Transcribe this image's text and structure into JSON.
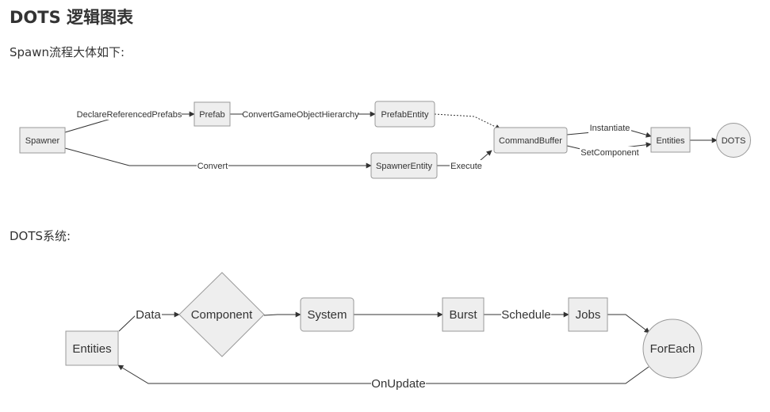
{
  "title": "DOTS 逻辑图表",
  "intro_spawn": "Spawn流程大体如下:",
  "intro_systems": "DOTS系统:",
  "spawn_diagram": {
    "nodes": {
      "spawner": "Spawner",
      "prefab": "Prefab",
      "prefab_entity": "PrefabEntity",
      "spawner_entity": "SpawnerEntity",
      "command_buffer": "CommandBuffer",
      "entities": "Entities",
      "dots": "DOTS"
    },
    "edges": {
      "declare_referenced_prefabs": "DeclareReferencedPrefabs",
      "convert_game_object_hierarchy": "ConvertGameObjectHierarchy",
      "convert": "Convert",
      "execute": "Execute",
      "instantiate": "Instantiate",
      "set_component": "SetComponent"
    }
  },
  "dots_diagram": {
    "nodes": {
      "entities": "Entities",
      "component": "Component",
      "system": "System",
      "burst": "Burst",
      "jobs": "Jobs",
      "for_each": "ForEach"
    },
    "edges": {
      "data": "Data",
      "schedule": "Schedule",
      "on_update": "OnUpdate"
    }
  }
}
